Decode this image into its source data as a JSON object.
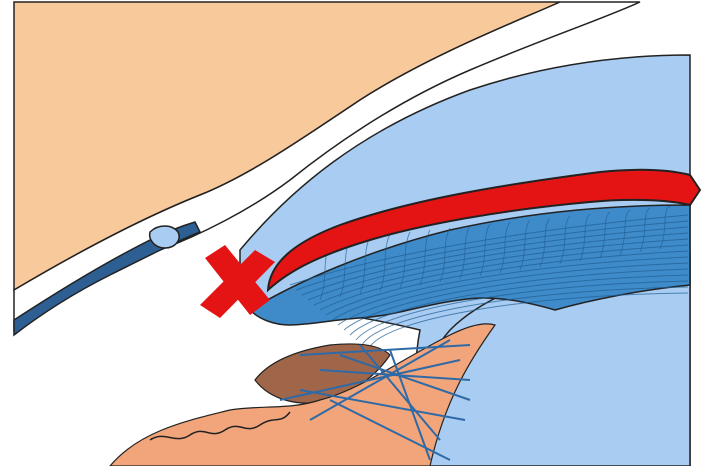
{
  "figure": {
    "type": "anatomical cross-section illustration",
    "labels": []
  },
  "colors": {
    "background": "#ffffff",
    "sclera": "#f8c99a",
    "cornea_layer": "#ffffff",
    "anterior_chamber": "#a9cdf2",
    "iris": "#3f8bc9",
    "iris_fibers": "#1f5e94",
    "ciliary_muscle": "#f2a57a",
    "ciliary_body": "#a0664a",
    "zonule_fibers": "#2f6aa6",
    "canal": "#2d5f93",
    "blocked_path_arrow": "#e41414",
    "blocked_mark": "#e41414",
    "outline": "#222222"
  },
  "markers": [
    {
      "name": "blocked-drainage-x-mark",
      "icon": "x-mark"
    },
    {
      "name": "aqueous-flow-arrow",
      "icon": "curved-arrow"
    }
  ]
}
